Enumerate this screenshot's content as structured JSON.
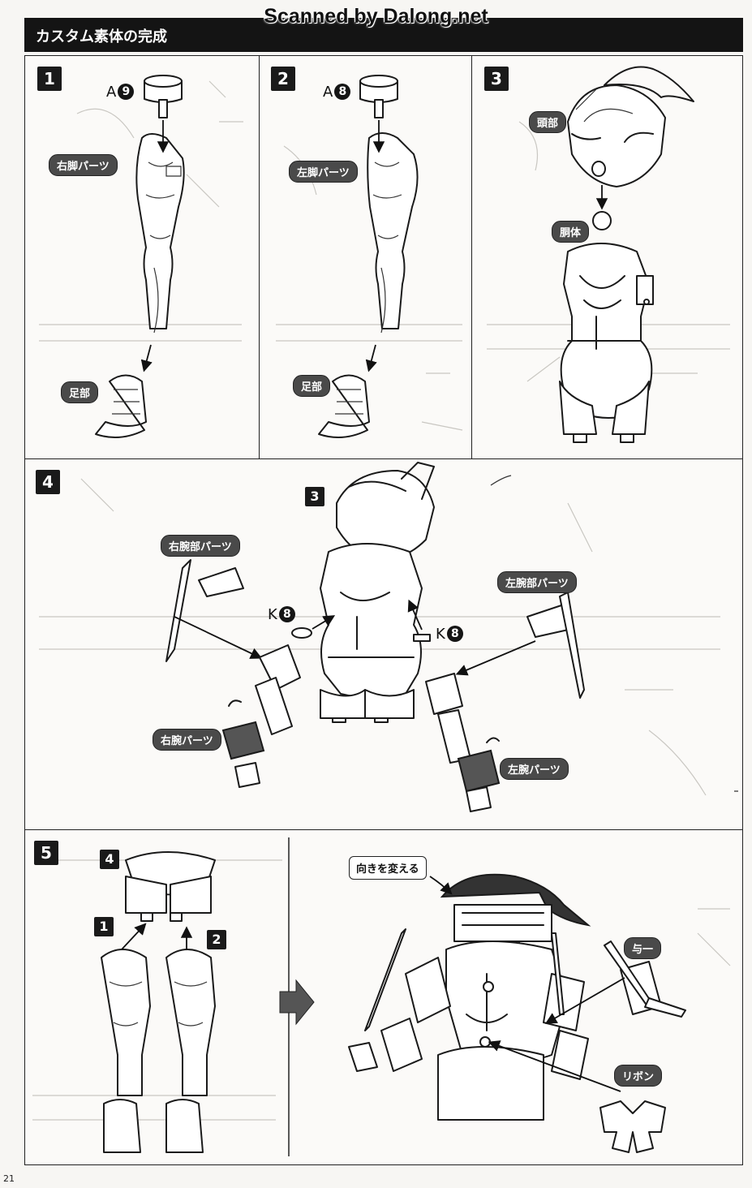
{
  "watermark": "Scanned by Dalong.net",
  "section_title": "カスタム素体の完成",
  "page_number": "21",
  "steps": {
    "s1": {
      "number": "1",
      "part_letter": "A",
      "part_no": "9",
      "label_leg": "右脚パーツ",
      "label_foot": "足部"
    },
    "s2": {
      "number": "2",
      "part_letter": "A",
      "part_no": "8",
      "label_leg": "左脚パーツ",
      "label_foot": "足部"
    },
    "s3": {
      "number": "3",
      "label_head": "頭部",
      "label_torso": "胴体"
    },
    "s4": {
      "number": "4",
      "ref": "3",
      "label_right_forearm": "右腕部パーツ",
      "label_left_forearm": "左腕部パーツ",
      "label_right_arm": "右腕パーツ",
      "label_left_arm": "左腕パーツ",
      "part_letter_l": "K",
      "part_no_l": "8",
      "part_letter_r": "K",
      "part_no_r": "8"
    },
    "s5": {
      "number": "5",
      "ref_hip": "4",
      "ref_right": "1",
      "ref_left": "2",
      "note": "向きを変える",
      "label_item1": "与一",
      "label_item2": "リボン"
    }
  },
  "icons": [
    "arrow-right-icon",
    "arrow-down-icon"
  ],
  "colors": {
    "ink": "#111111",
    "paper": "#f7f6f3",
    "tag_bg": "#4a4a4a"
  }
}
